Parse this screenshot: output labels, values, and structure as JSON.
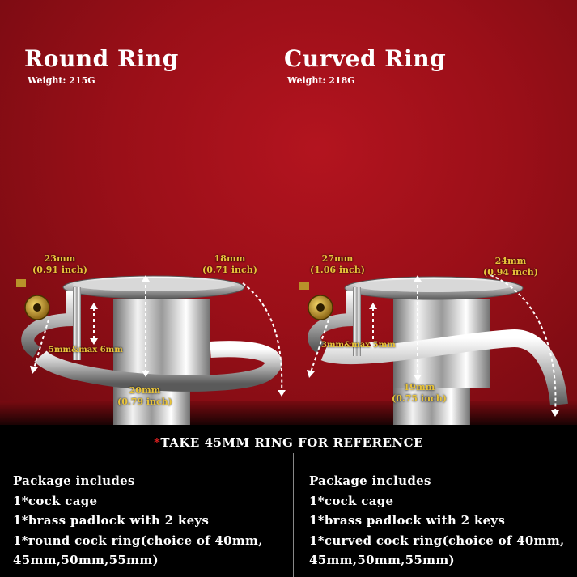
{
  "left": {
    "title": "Round Ring",
    "weight": "Weight:  215G",
    "dims": {
      "top_left": [
        "23mm",
        "(0.91 inch)"
      ],
      "top_right": [
        "18mm",
        "(0.71 inch)"
      ],
      "gap": "5mm&max 6mm",
      "bottom": [
        "20mm",
        "(0.79 inch)"
      ]
    }
  },
  "right": {
    "title": "Curved Ring",
    "weight": "Weight:  218G",
    "dims": {
      "top_left": [
        "27mm",
        "(1.06 inch)"
      ],
      "top_right": [
        "24mm",
        "(0.94 inch)"
      ],
      "gap": "3mm&max 5mm",
      "bottom": [
        "19mm",
        "(0.75 inch)"
      ]
    }
  },
  "reference": {
    "star": "*",
    "text": "TAKE 45MM RING FOR REFERENCE"
  },
  "package_left": [
    "Package includes",
    "1*cock cage",
    "1*brass padlock with 2 keys",
    "1*round cock ring(choice of 40mm,",
    "45mm,50mm,55mm)"
  ],
  "package_right": [
    "Package includes",
    "1*cock cage",
    "1*brass padlock with 2 keys",
    "1*curved cock ring(choice of 40mm,",
    "45mm,50mm,55mm)"
  ],
  "colors": {
    "background": "#a5111b",
    "dimension_text": "#e8c33a",
    "star": "#e02020"
  }
}
